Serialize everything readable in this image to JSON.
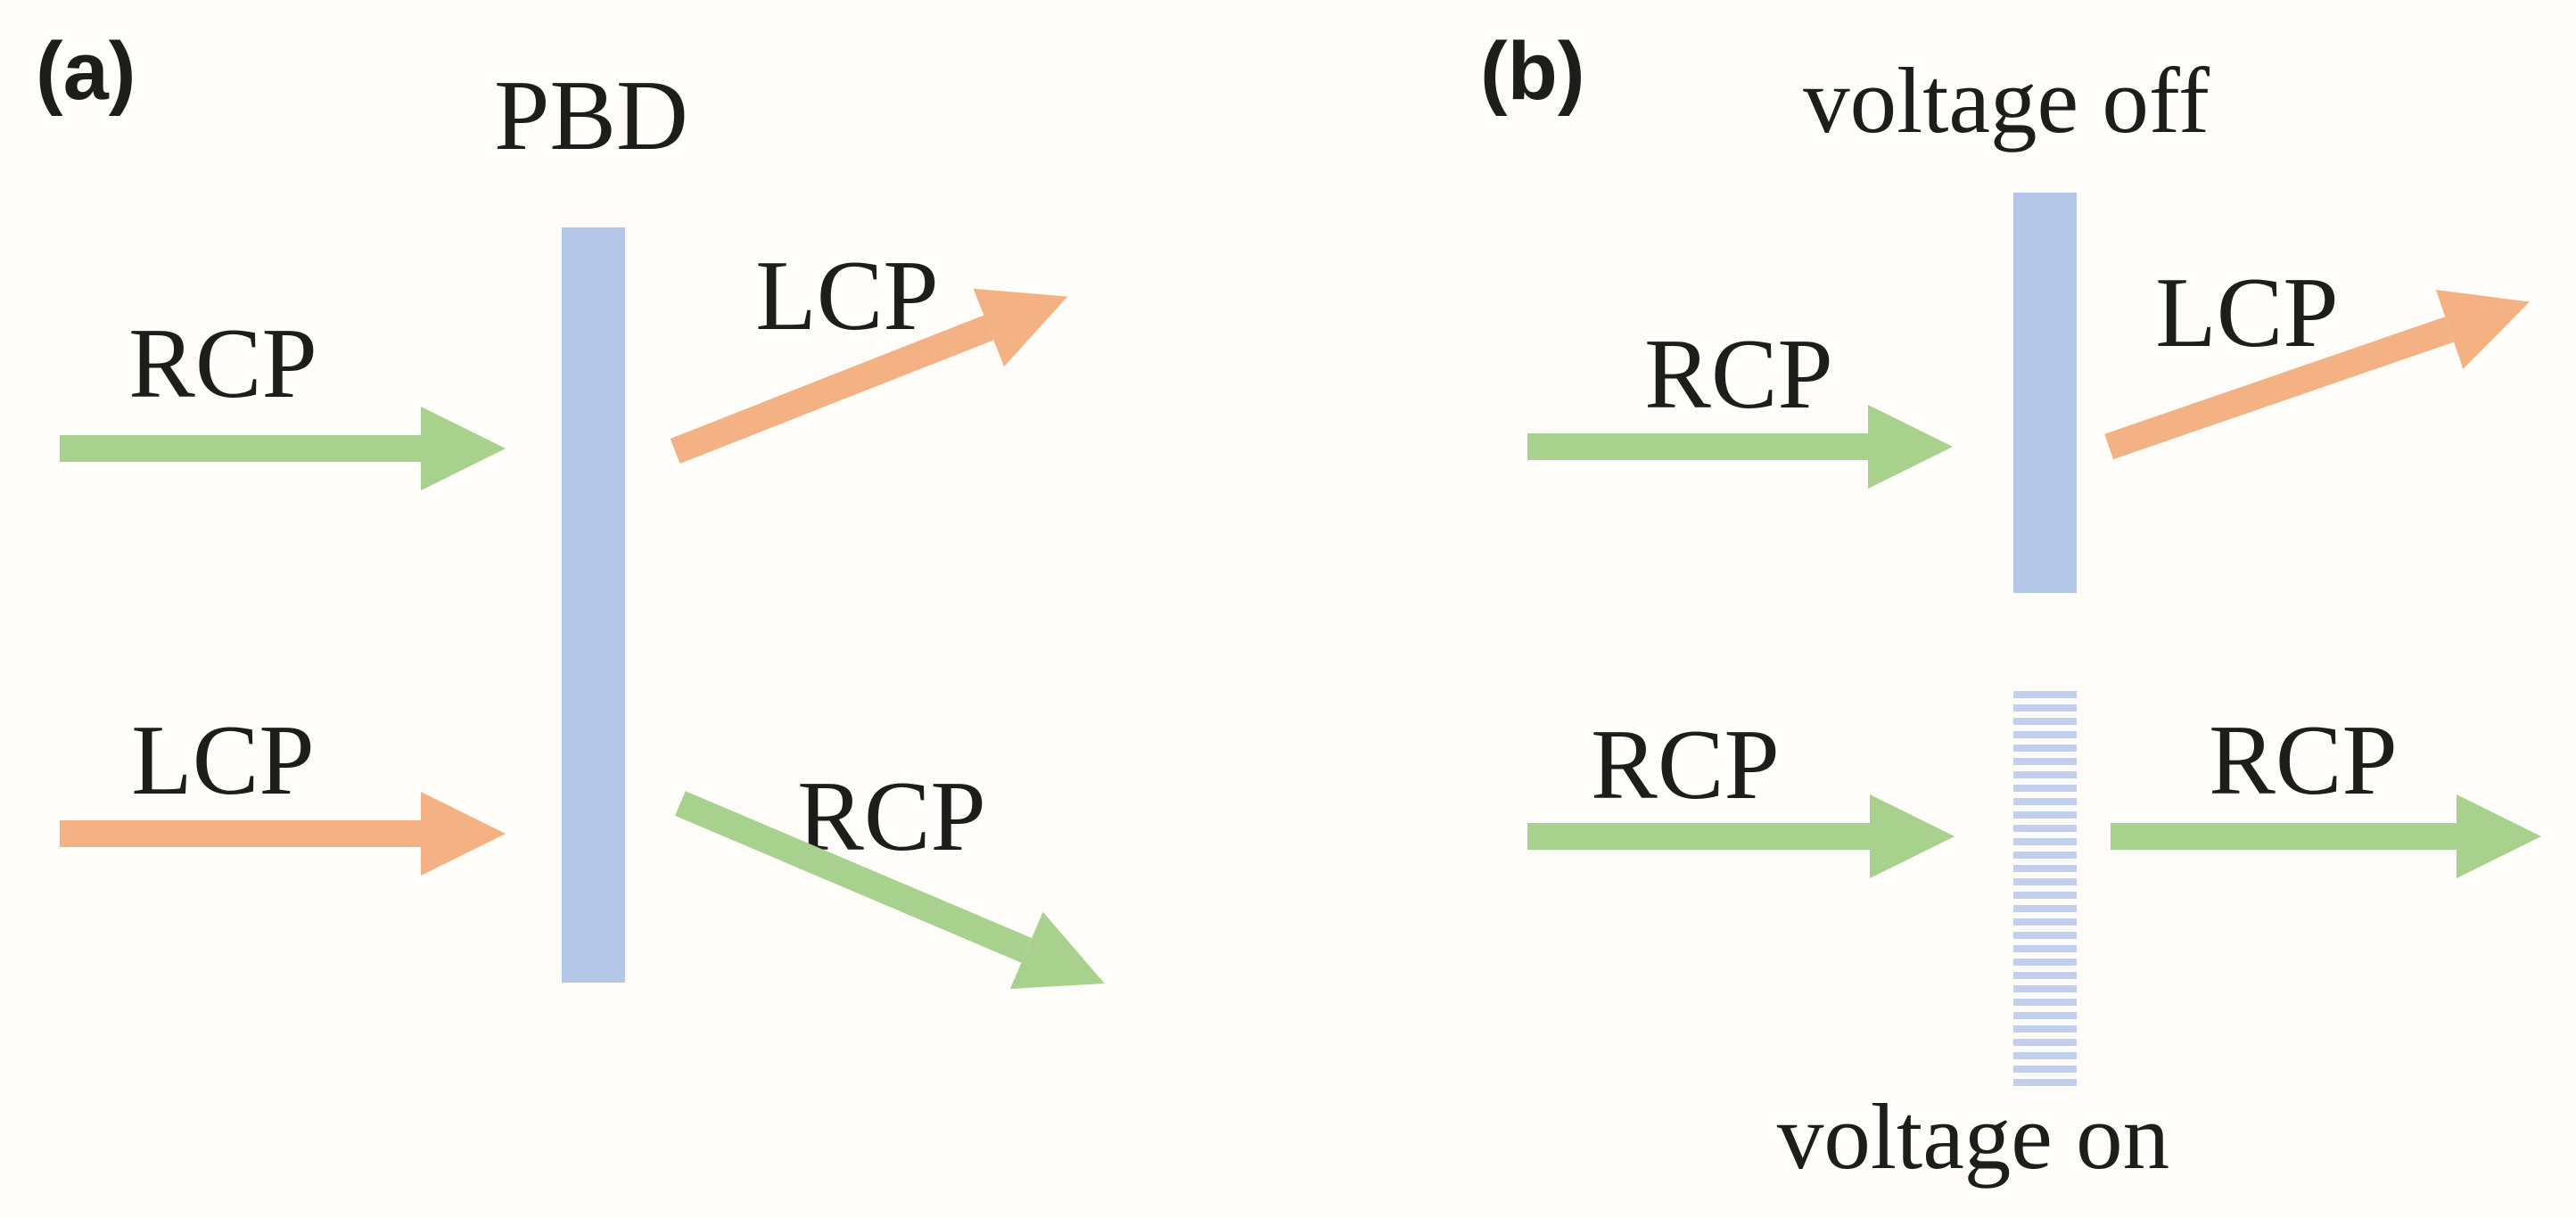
{
  "figure": {
    "panel_a": {
      "label": "(a)",
      "device_label": "PBD",
      "input_top_label": "RCP",
      "output_top_label": "LCP",
      "input_bottom_label": "LCP",
      "output_bottom_label": "RCP"
    },
    "panel_b": {
      "label": "(b)",
      "voltage_off_caption": "voltage off",
      "voltage_on_caption": "voltage on",
      "off_input_label": "RCP",
      "off_output_label": "LCP",
      "on_input_label": "RCP",
      "on_output_label": "RCP"
    },
    "colors": {
      "rcp_green": "#a9d18e",
      "lcp_orange": "#f4b183",
      "deflector_blue": "#b4c7e7",
      "striped_blue": "#c2d0ec",
      "text": "#1d1d1b",
      "background": "#fffdf9"
    }
  }
}
